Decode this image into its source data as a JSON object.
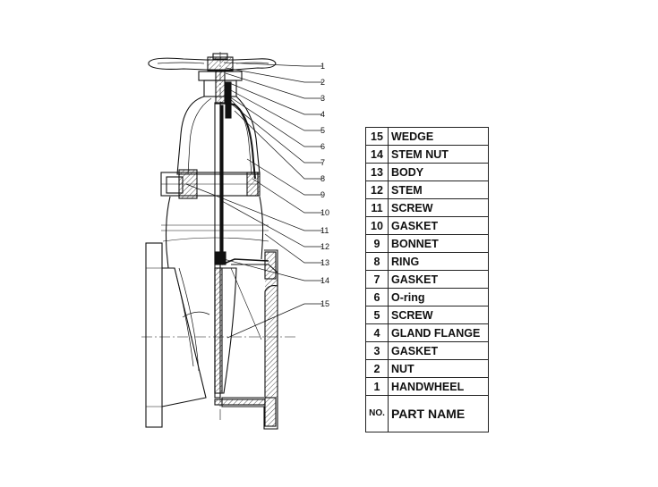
{
  "callouts": [
    "1",
    "2",
    "3",
    "4",
    "5",
    "6",
    "7",
    "8",
    "9",
    "10",
    "11",
    "12",
    "13",
    "14",
    "15"
  ],
  "parts_table": {
    "header": {
      "no": "NO.",
      "name": "PART NAME"
    },
    "rows": [
      {
        "no": "15",
        "name": "WEDGE"
      },
      {
        "no": "14",
        "name": "STEM NUT"
      },
      {
        "no": "13",
        "name": "BODY"
      },
      {
        "no": "12",
        "name": "STEM"
      },
      {
        "no": "11",
        "name": "SCREW"
      },
      {
        "no": "10",
        "name": "GASKET"
      },
      {
        "no": "9",
        "name": "BONNET"
      },
      {
        "no": "8",
        "name": "RING"
      },
      {
        "no": "7",
        "name": "GASKET"
      },
      {
        "no": "6",
        "name": "O-ring"
      },
      {
        "no": "5",
        "name": "SCREW"
      },
      {
        "no": "4",
        "name": "GLAND FLANGE"
      },
      {
        "no": "3",
        "name": "GASKET"
      },
      {
        "no": "2",
        "name": "NUT"
      },
      {
        "no": "1",
        "name": "HANDWHEEL"
      }
    ]
  }
}
